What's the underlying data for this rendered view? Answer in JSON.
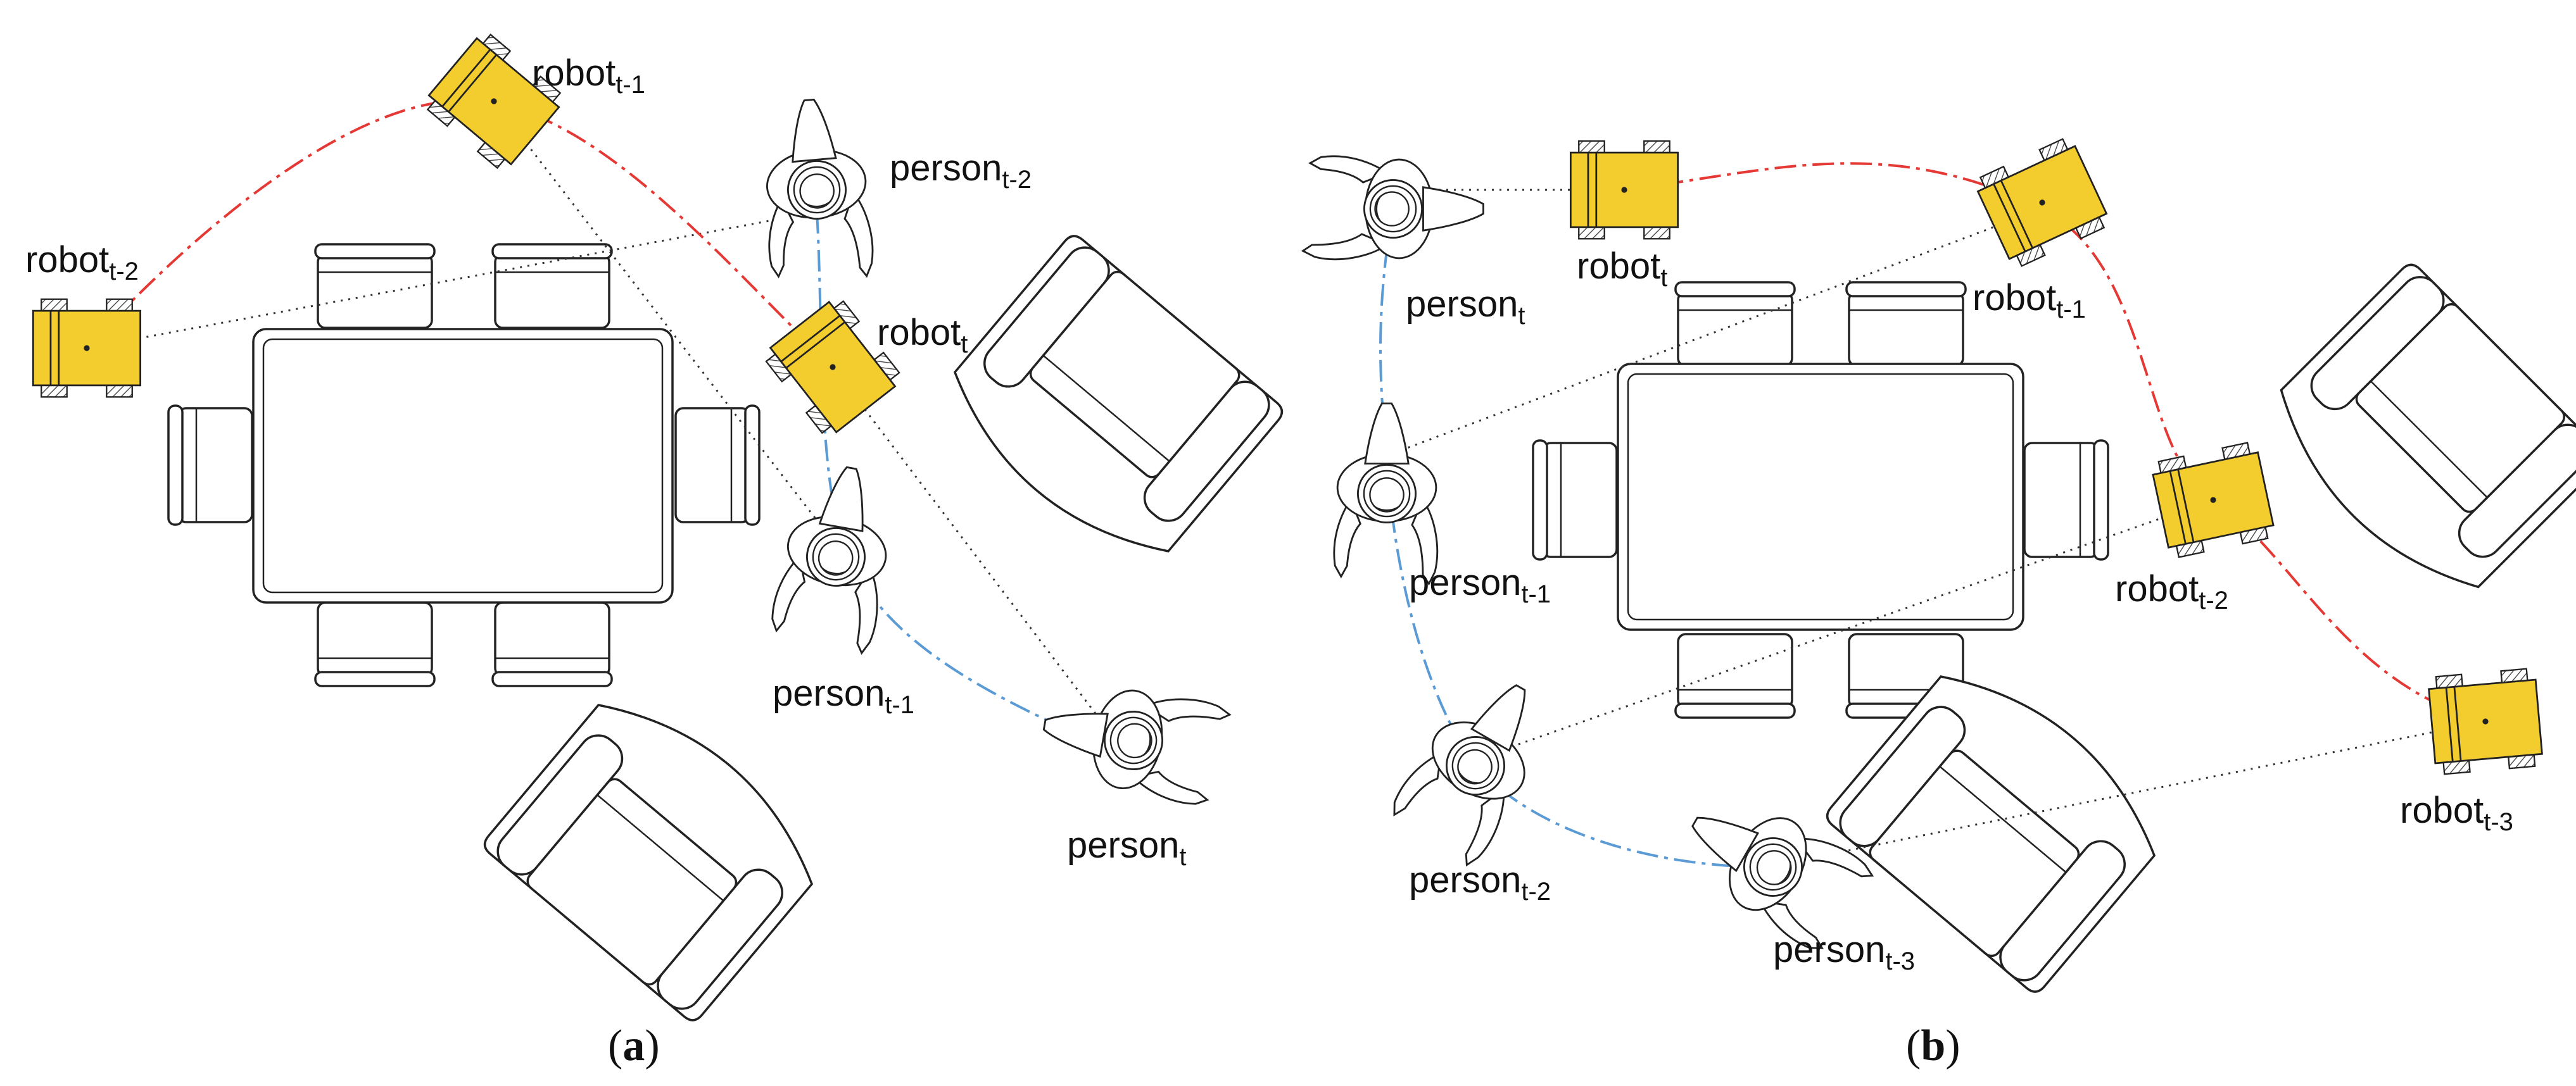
{
  "colors": {
    "robot_fill": "#F3CC2E",
    "robot_path": "#E53935",
    "person_path": "#5B9BD5",
    "line": "#222222"
  },
  "icons": [
    "robot-icon",
    "person-icon",
    "dining-table-icon",
    "chair-icon",
    "armchair-icon"
  ],
  "panel_a": {
    "caption_open": "(",
    "caption_letter": "a",
    "caption_close": ")",
    "robots": [
      {
        "base": "robot",
        "sub": "t-2"
      },
      {
        "base": "robot",
        "sub": "t-1"
      },
      {
        "base": "robot",
        "sub": "t"
      }
    ],
    "persons": [
      {
        "base": "person",
        "sub": "t-2"
      },
      {
        "base": "person",
        "sub": "t-1"
      },
      {
        "base": "person",
        "sub": "t"
      }
    ]
  },
  "panel_b": {
    "caption_open": "(",
    "caption_letter": "b",
    "caption_close": ")",
    "robots": [
      {
        "base": "robot",
        "sub": "t"
      },
      {
        "base": "robot",
        "sub": "t-1"
      },
      {
        "base": "robot",
        "sub": "t-2"
      },
      {
        "base": "robot",
        "sub": "t-3"
      }
    ],
    "persons": [
      {
        "base": "person",
        "sub": "t"
      },
      {
        "base": "person",
        "sub": "t-1"
      },
      {
        "base": "person",
        "sub": "t-2"
      },
      {
        "base": "person",
        "sub": "t-3"
      }
    ]
  }
}
